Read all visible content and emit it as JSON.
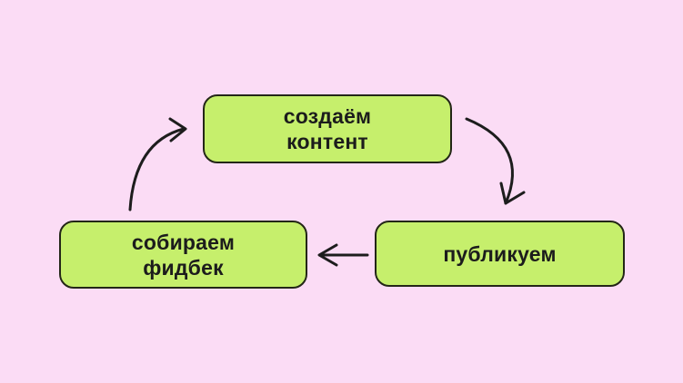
{
  "diagram": {
    "background_color": "#fbdcf5",
    "node_fill_color": "#c6ef6c",
    "node_border_color": "#232617",
    "arrow_color": "#1d1d1d",
    "text_color": "#1c1c1c",
    "nodes": [
      {
        "id": "create-content",
        "label": "создаём\nконтент"
      },
      {
        "id": "collect-feedback",
        "label": "собираем\nфидбек"
      },
      {
        "id": "publish",
        "label": "публикуем"
      }
    ],
    "edges": [
      {
        "from": "create-content",
        "to": "publish",
        "style": "curved-right"
      },
      {
        "from": "publish",
        "to": "collect-feedback",
        "style": "straight-left"
      },
      {
        "from": "collect-feedback",
        "to": "create-content",
        "style": "curved-left"
      }
    ]
  }
}
